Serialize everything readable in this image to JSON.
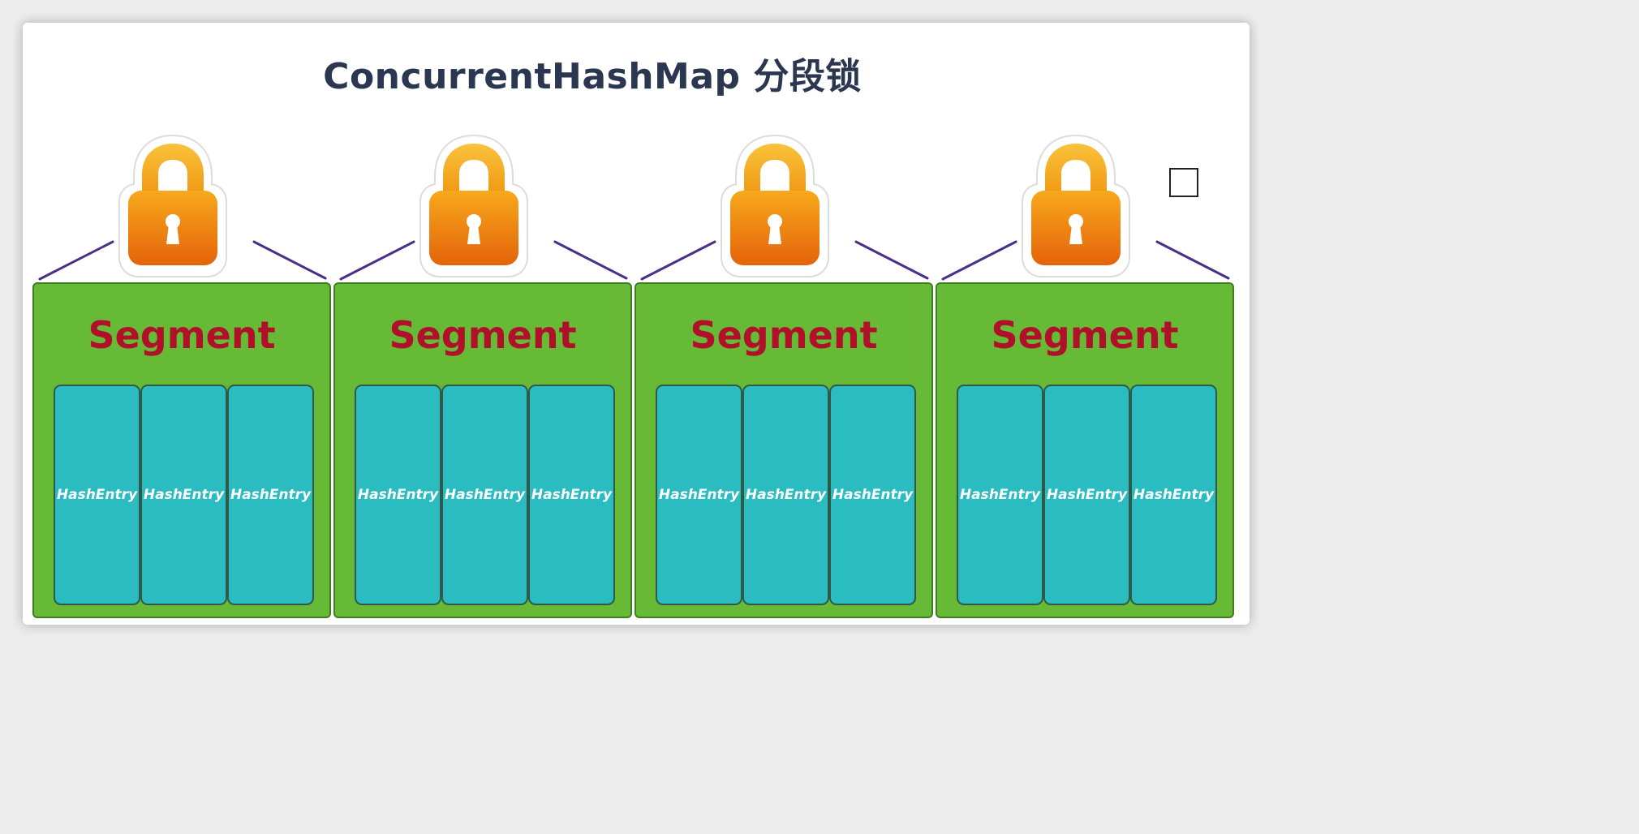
{
  "title": "ConcurrentHashMap 分段锁",
  "segments": [
    {
      "label": "Segment",
      "entries": [
        "HashEntry",
        "HashEntry",
        "HashEntry"
      ]
    },
    {
      "label": "Segment",
      "entries": [
        "HashEntry",
        "HashEntry",
        "HashEntry"
      ]
    },
    {
      "label": "Segment",
      "entries": [
        "HashEntry",
        "HashEntry",
        "HashEntry"
      ]
    },
    {
      "label": "Segment",
      "entries": [
        "HashEntry",
        "HashEntry",
        "HashEntry"
      ]
    }
  ],
  "icons": {
    "lock": "padlock-icon",
    "checkbox": "checkbox"
  },
  "colors": {
    "title": "#2b3650",
    "segment_fill": "#67ba36",
    "segment_label": "#b1102a",
    "entry_fill": "#2bbcc1",
    "entry_text": "#ffffff",
    "lock_body_top": "#f7a91c",
    "lock_body_bottom": "#e4630a",
    "connector_line": "#4a2f8a"
  }
}
